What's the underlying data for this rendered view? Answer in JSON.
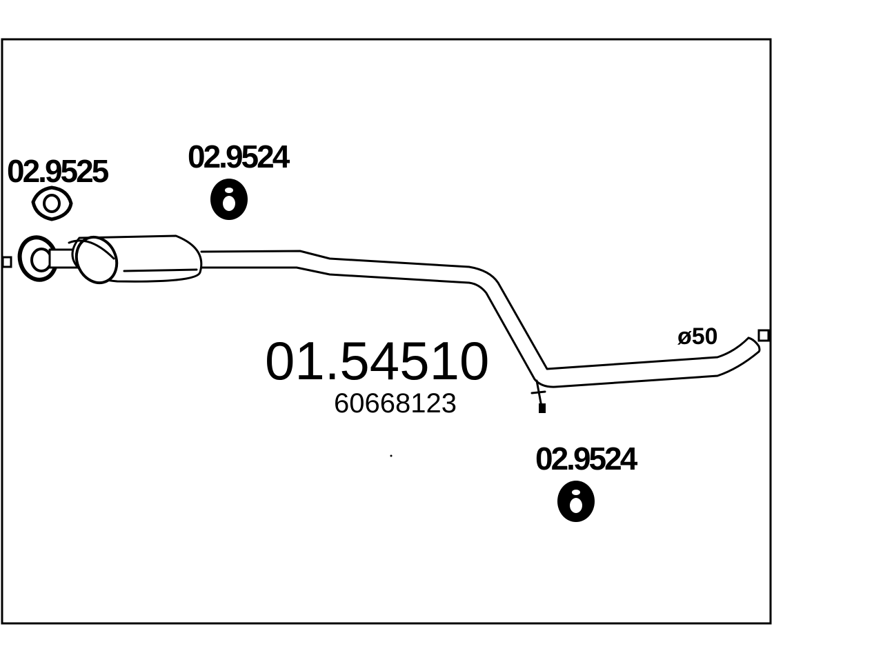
{
  "product": {
    "code": "01.54510",
    "oem_code": "60668123",
    "outlet_diameter": "ø50"
  },
  "parts": [
    {
      "code": "02.9525",
      "kind": "gasket"
    },
    {
      "code": "02.9524",
      "kind": "rubber-mount"
    },
    {
      "code": "02.9524",
      "kind": "rubber-mount"
    }
  ]
}
